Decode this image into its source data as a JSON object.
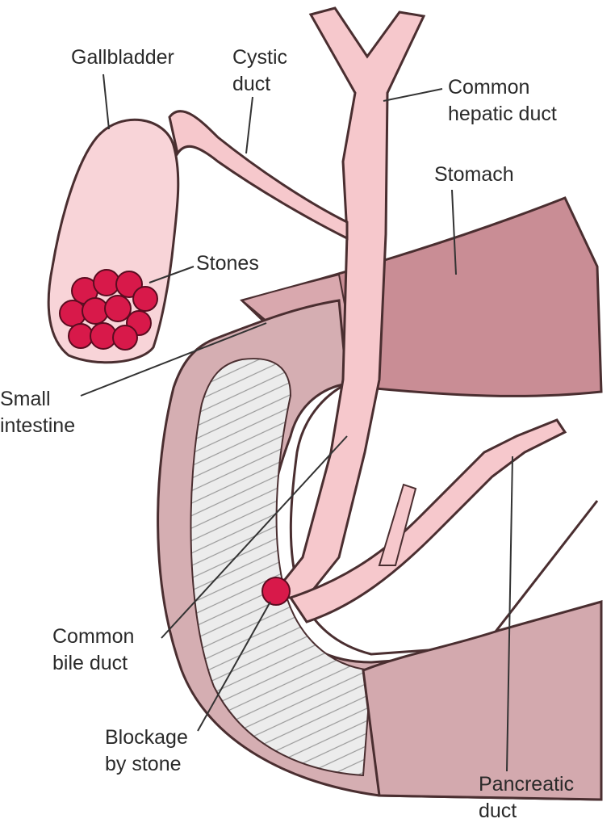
{
  "labels": {
    "gallbladder": [
      "Gallbladder"
    ],
    "cystic_duct": [
      "Cystic",
      "duct"
    ],
    "common_hepatic_duct": [
      "Common",
      "hepatic duct"
    ],
    "stomach": [
      "Stomach"
    ],
    "stones": [
      "Stones"
    ],
    "small_intestine": [
      "Small",
      "intestine"
    ],
    "common_bile_duct": [
      "Common",
      "bile duct"
    ],
    "blockage": [
      "Blockage",
      "by stone"
    ],
    "pancreatic_duct": [
      "Pancreatic",
      "duct"
    ]
  },
  "colors": {
    "duct_fill": "#f6c8cc",
    "outline": "#4a2e30",
    "gallbladder_fill": "#f8d4d8",
    "stone": "#d8194a",
    "stomach": "#c98d95",
    "stomach_light": "#d9a8ae",
    "intestine_outer": "#d5aeb2",
    "intestine_inner": "#e8e8e8",
    "leader": "#333333"
  }
}
